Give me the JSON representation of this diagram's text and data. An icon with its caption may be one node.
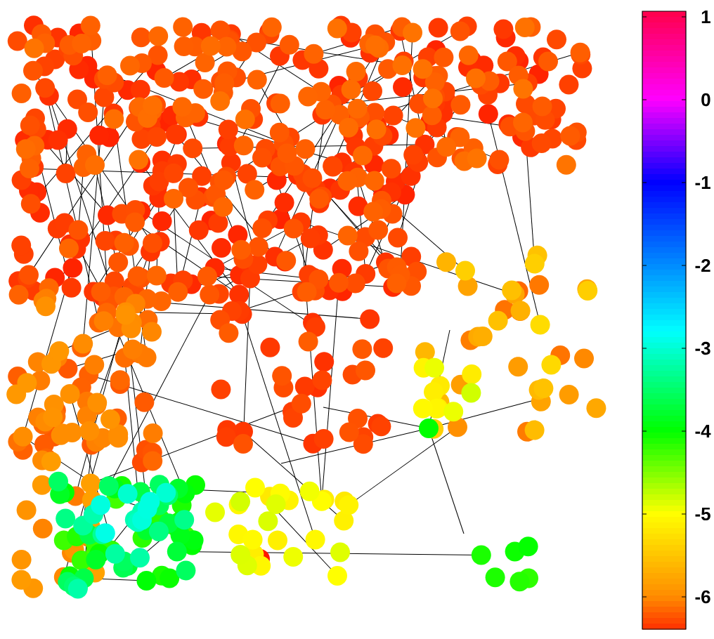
{
  "diagram": {
    "labels": [
      "1",
      "0",
      "-1",
      "-2",
      "-3",
      "-4",
      "-5",
      "-6"
    ]
  }
}
